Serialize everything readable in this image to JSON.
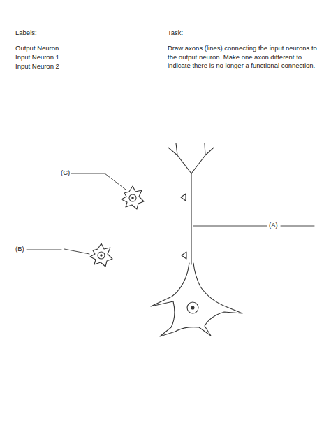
{
  "diagram": {
    "labels": [
      "Labels:",
      "Output Neuron",
      "Input Neuron 1",
      "Input Neuron 2",
      "Task:",
      "Draw axons (lines) connecting the input neurons to the output neuron. Make one axon different to indicate there is no longer a functional connection.",
      "(C)",
      "(B)",
      "(A)"
    ]
  }
}
